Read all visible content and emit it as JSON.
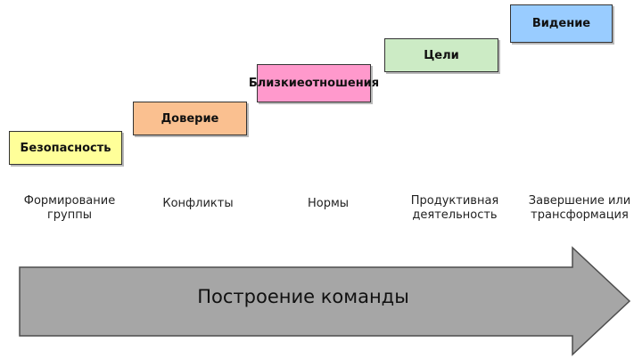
{
  "steps": [
    {
      "label": [
        "Безопасность"
      ],
      "color": "#ffff99"
    },
    {
      "label": [
        "Доверие"
      ],
      "color": "#fac090"
    },
    {
      "label": [
        "Близкие",
        "отношения"
      ],
      "color": "#ff99cc"
    },
    {
      "label": [
        "Цели"
      ],
      "color": "#ccebc5"
    },
    {
      "label": [
        "Видение"
      ],
      "color": "#99ccff"
    }
  ],
  "stages": [
    [
      "Формирование",
      "группы"
    ],
    [
      "Конфликты"
    ],
    [
      "Нормы"
    ],
    [
      "Продуктивная",
      "деятельность"
    ],
    [
      "Завершение или",
      "трансформация"
    ]
  ],
  "arrow": {
    "label": "Построение команды",
    "fill": "#a6a6a6",
    "stroke": "#4d4d4d"
  }
}
